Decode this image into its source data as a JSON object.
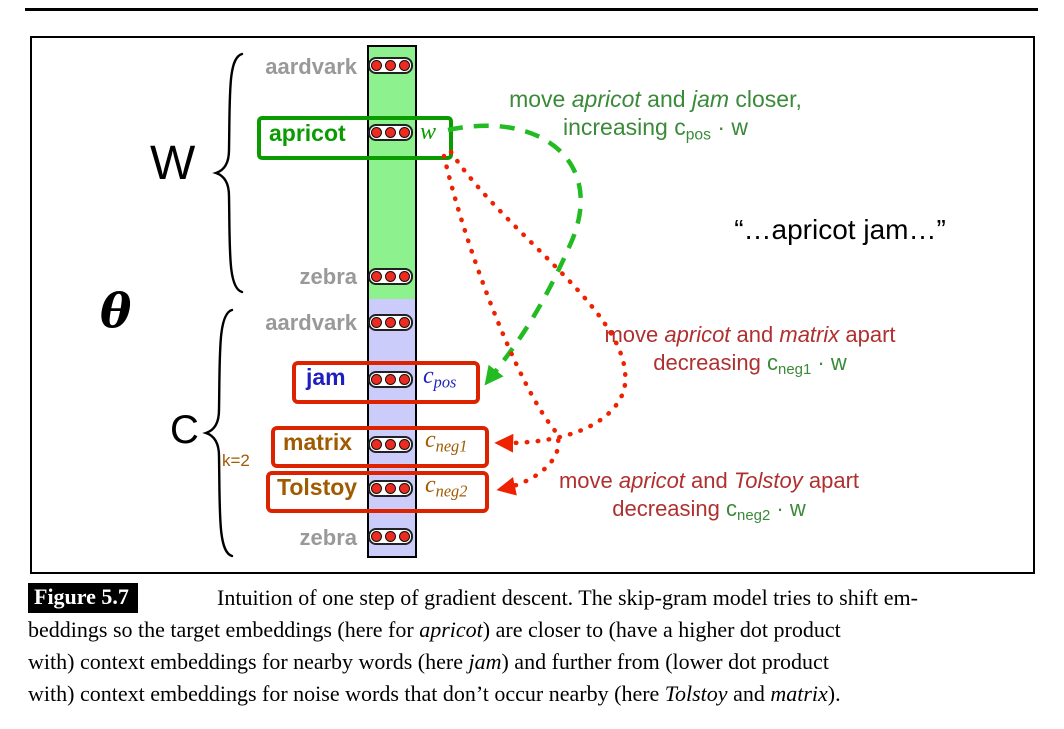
{
  "colors": {
    "column-green": "#8df28d",
    "column-purple": "#ccccfa",
    "dot-red": "#ee2b20",
    "target-green": "#0a9b00",
    "context-red": "#dd2200",
    "gray-label": "#999999",
    "jam-blue": "#1f1fc0",
    "noise-brown": "#a05a00",
    "ann-green": "#3a8a3a",
    "ann-red": "#b03030",
    "arrow-green": "#22bb22",
    "arrow-red": "#ee2200"
  },
  "diagram": {
    "dots_per_vector": 3,
    "theta_label": "θ",
    "w_matrix_label": "W",
    "c_matrix_label": "C",
    "k_label": "k=2",
    "quote": "“…apricot jam…”",
    "rows": {
      "aardvark_top": "aardvark",
      "apricot": "apricot",
      "w_vector": "w",
      "zebra_top": "zebra",
      "aardvark_bottom": "aardvark",
      "jam": "jam",
      "matrix": "matrix",
      "tolstoy": "Tolstoy",
      "zebra_bottom": "zebra",
      "c_pos": [
        {
          "t": "c"
        },
        {
          "t": "pos",
          "sub": true
        }
      ],
      "c_neg1": [
        {
          "t": "c"
        },
        {
          "t": "neg1",
          "sub": true
        }
      ],
      "c_neg2": [
        {
          "t": "c"
        },
        {
          "t": "neg2",
          "sub": true
        }
      ]
    },
    "annotations": {
      "pos_line1": [
        {
          "t": "move "
        },
        {
          "t": "apricot",
          "i": true
        },
        {
          "t": " and "
        },
        {
          "t": "jam",
          "i": true
        },
        {
          "t": " closer,"
        }
      ],
      "pos_line2": [
        {
          "t": "increasing c"
        },
        {
          "t": "pos",
          "sub": true
        },
        {
          "t": " · w"
        }
      ],
      "neg1_line1": [
        {
          "t": "move "
        },
        {
          "t": "apricot",
          "i": true
        },
        {
          "t": " and "
        },
        {
          "t": "matrix",
          "i": true
        },
        {
          "t": " apart"
        }
      ],
      "neg1_line2": [
        {
          "t": "decreasing "
        },
        {
          "t": "c",
          "c": "#3a8a3a"
        },
        {
          "t": "neg1",
          "sub": true,
          "c": "#3a8a3a"
        },
        {
          "t": " · w",
          "c": "#3a8a3a"
        }
      ],
      "neg2_line1": [
        {
          "t": "move "
        },
        {
          "t": "apricot",
          "i": true
        },
        {
          "t": " and "
        },
        {
          "t": "Tolstoy",
          "i": true
        },
        {
          "t": " apart"
        }
      ],
      "neg2_line2": [
        {
          "t": "decreasing "
        },
        {
          "t": "c",
          "c": "#3a8a3a"
        },
        {
          "t": "neg2",
          "sub": true,
          "c": "#3a8a3a"
        },
        {
          "t": " · w",
          "c": "#3a8a3a"
        }
      ]
    }
  },
  "caption": {
    "tag": "Figure 5.7",
    "lines": [
      [
        {
          "t": "Intuition of one step of gradient descent. The skip-gram model tries to shift em-"
        }
      ],
      [
        {
          "t": "beddings so the target embeddings (here for "
        },
        {
          "t": "apricot",
          "i": true
        },
        {
          "t": ") are closer to (have a higher dot product"
        }
      ],
      [
        {
          "t": "with) context embeddings for nearby words (here "
        },
        {
          "t": "jam",
          "i": true
        },
        {
          "t": ") and further from (lower dot product"
        }
      ],
      [
        {
          "t": "with) context embeddings for noise words that don’t occur nearby (here "
        },
        {
          "t": "Tolstoy",
          "i": true
        },
        {
          "t": " and "
        },
        {
          "t": "matrix",
          "i": true
        },
        {
          "t": ")."
        }
      ]
    ]
  }
}
